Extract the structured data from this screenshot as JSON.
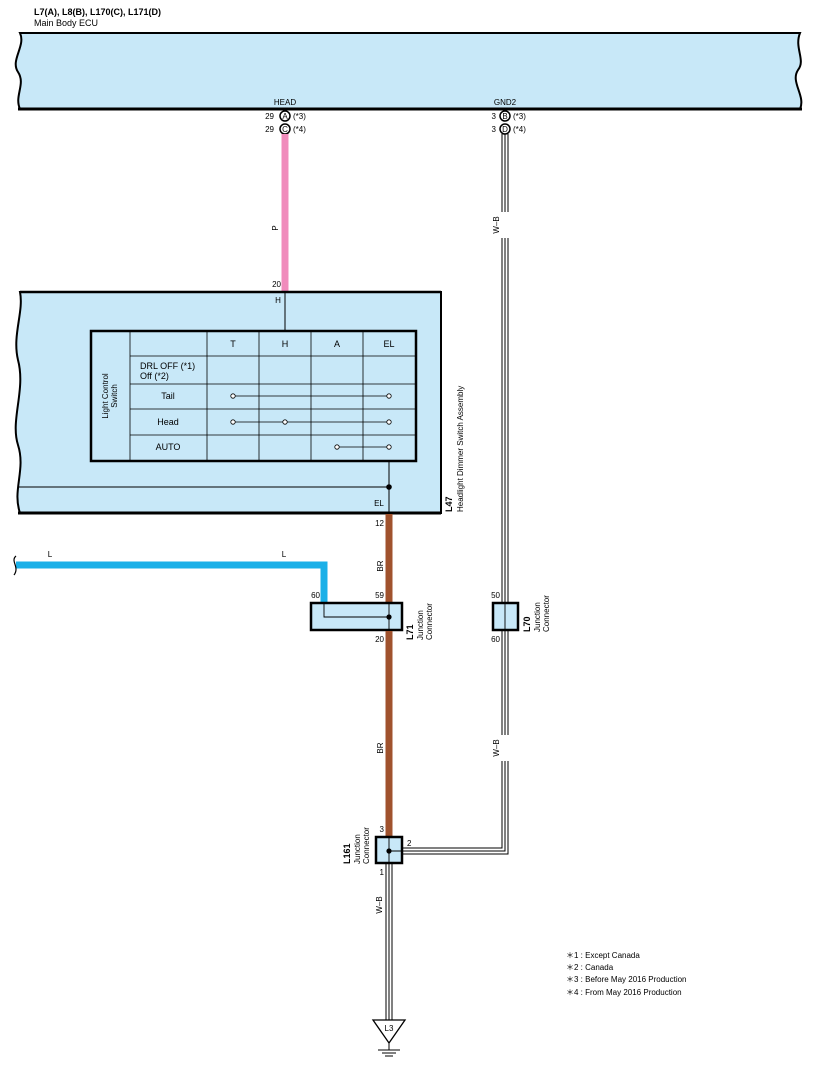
{
  "ecu": {
    "connectors": "L7(A), L8(B), L170(C), L171(D)",
    "name": "Main Body ECU",
    "head_label": "HEAD",
    "gnd2_label": "GND2",
    "head_pins": [
      {
        "num": "29",
        "letter": "A",
        "note": "(*3)"
      },
      {
        "num": "29",
        "letter": "C",
        "note": "(*4)"
      }
    ],
    "gnd2_pins": [
      {
        "num": "3",
        "letter": "B",
        "note": "(*3)"
      },
      {
        "num": "3",
        "letter": "D",
        "note": "(*4)"
      }
    ]
  },
  "wires": {
    "pink_color": "P",
    "brown_color_top": "BR",
    "brown_color_bottom": "BR",
    "wb_upper": "W–B",
    "wb_lower": "W–B",
    "wb_ground": "W–B",
    "blue_left": "L",
    "blue_right": "L"
  },
  "switch_assembly": {
    "id": "L47",
    "name": "Headlight Dimmer Switch Assembly",
    "pin_top_num": "20",
    "pin_top_name": "H",
    "pin_bottom_name": "EL",
    "pin_bottom_num": "12",
    "table": {
      "side_label_line1": "Light Control",
      "side_label_line2": "Switch",
      "columns": [
        "T",
        "H",
        "A",
        "EL"
      ],
      "rows": [
        {
          "label_line1": "DRL OFF (*1)",
          "label_line2": "Off (*2)"
        },
        {
          "label_line1": "Tail",
          "label_line2": ""
        },
        {
          "label_line1": "Head",
          "label_line2": ""
        },
        {
          "label_line1": "AUTO",
          "label_line2": ""
        }
      ]
    }
  },
  "junction_l71": {
    "id": "L71",
    "line1": "Junction",
    "line2": "Connector",
    "pin_left": "60",
    "pin_top": "59",
    "pin_bottom": "20"
  },
  "junction_l70": {
    "id": "L70",
    "line1": "Junction",
    "line2": "Connector",
    "pin_top": "50",
    "pin_bottom": "60"
  },
  "junction_l161": {
    "id": "L161",
    "line1": "Junction",
    "line2": "Connector",
    "pin_top": "3",
    "pin_right": "2",
    "pin_bottom": "1"
  },
  "ground": {
    "id": "L3"
  },
  "notes": [
    "＊1 : Except Canada",
    "＊2 : Canada",
    "＊3 : Before May 2016 Production",
    "＊4 : From May 2016 Production"
  ],
  "colors": {
    "box_fill": "#c8e8f8",
    "pink_wire": "#f08cbc",
    "brown_wire": "#a0522d",
    "blue_wire": "#1ab0e8",
    "line": "#000000"
  }
}
